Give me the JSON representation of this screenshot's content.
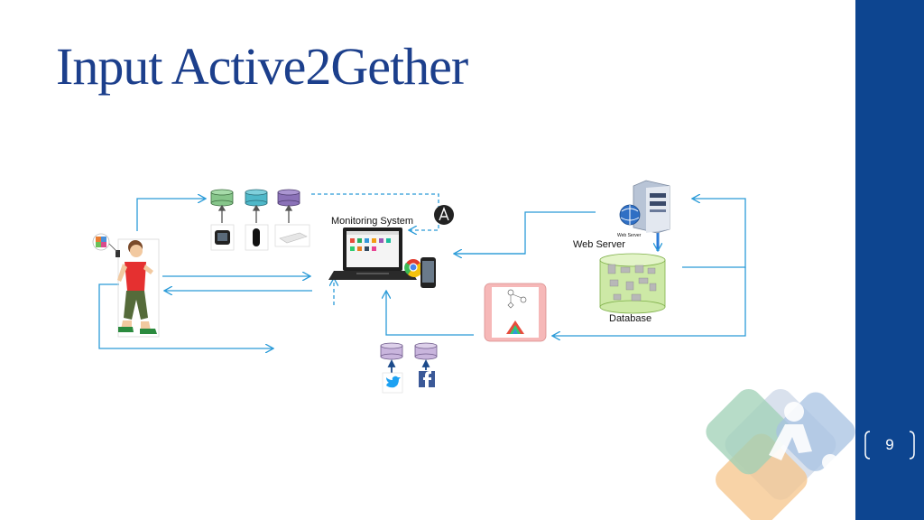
{
  "slide": {
    "title": "Input Active2Gether",
    "page_number": "9"
  },
  "nodes": {
    "monitoring_system": "Monitoring System",
    "web_server": "Web Server",
    "web_server_icon_caption": "Web Server",
    "database": "Database"
  },
  "colors": {
    "title": "#1c3f8c",
    "sidebar": "#0d4590",
    "arrow": "#2b9bd8",
    "cylinder_green": "#86c58a",
    "cylinder_teal": "#4fb8c9",
    "cylinder_purple": "#8b72b8",
    "cylinder_lilac": "#c9b5dd"
  },
  "icons": [
    "person-icon",
    "smartwatch-icon",
    "fitness-tracker-icon",
    "scale-device-icon",
    "laptop-icon",
    "chrome-icon",
    "phone-icon",
    "app-logo-icon",
    "web-server-icon",
    "database-icon",
    "twitter-icon",
    "facebook-icon",
    "knowledge-model-icon",
    "activity-logo-icon"
  ]
}
